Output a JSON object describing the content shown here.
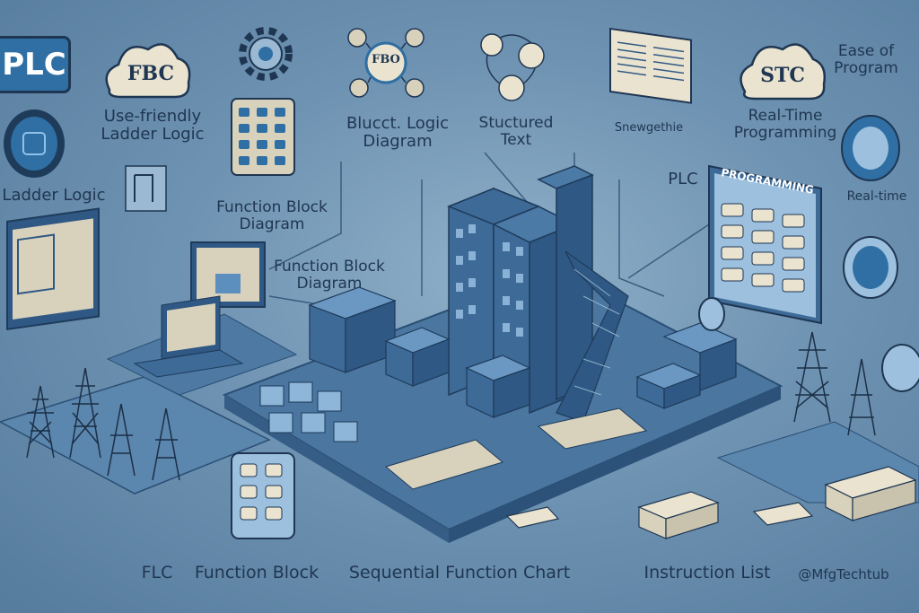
{
  "labels": {
    "plc_badge": "PLC",
    "fbc_cloud": "FBC",
    "use_friendly": "Use-friendly\nLadder Logic",
    "ladder_logic": "Ladder Logic",
    "fbd_top": "Function Block\nDiagram",
    "fbd_mid": "Function Block\nDiagram",
    "fbo_circle": "FBO",
    "blucct": "Blucct. Logic\nDiagram",
    "structured": "Stuctured\nText",
    "snewgethie": "Snewgethie",
    "plc_mid": "PLC",
    "programming": "PROGRAMMING",
    "stc_cloud": "STC",
    "ease": "Ease of\nProgram",
    "realtime_prog": "Real-Time\nProgramming",
    "realtime": "Real-time"
  },
  "footer": {
    "flc": "FLC",
    "function_block": "Function Block",
    "sequential": "Sequential Function Chart",
    "instruction_list": "Instruction List",
    "handle": "@MfgTechtub"
  },
  "colors": {
    "accent": "#2f6fa3",
    "dark": "#1f3652",
    "light": "#e9e3cf",
    "building": "#3d6a97"
  }
}
